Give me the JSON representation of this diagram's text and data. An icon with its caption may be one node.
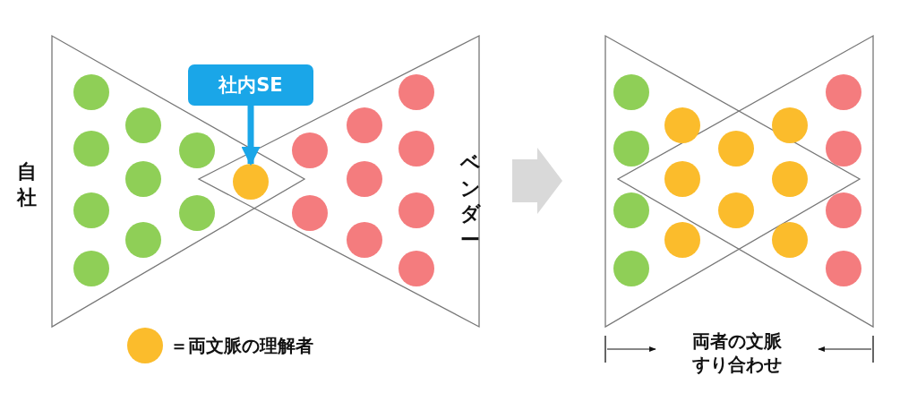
{
  "diagram": {
    "nodes": [
      {
        "text": [
          "社内SE"
        ]
      },
      {
        "text": [],
        "shape": "circle"
      }
    ],
    "edges": [
      {
        "from": 0,
        "to": 1,
        "arrow": "to"
      }
    ],
    "labels": [
      "自社",
      "ベンダー",
      "両者の文脈すり合わせ"
    ],
    "legend": [
      {
        "text": "＝両文脈の理解者",
        "color": "#fbbc2c"
      }
    ]
  }
}
